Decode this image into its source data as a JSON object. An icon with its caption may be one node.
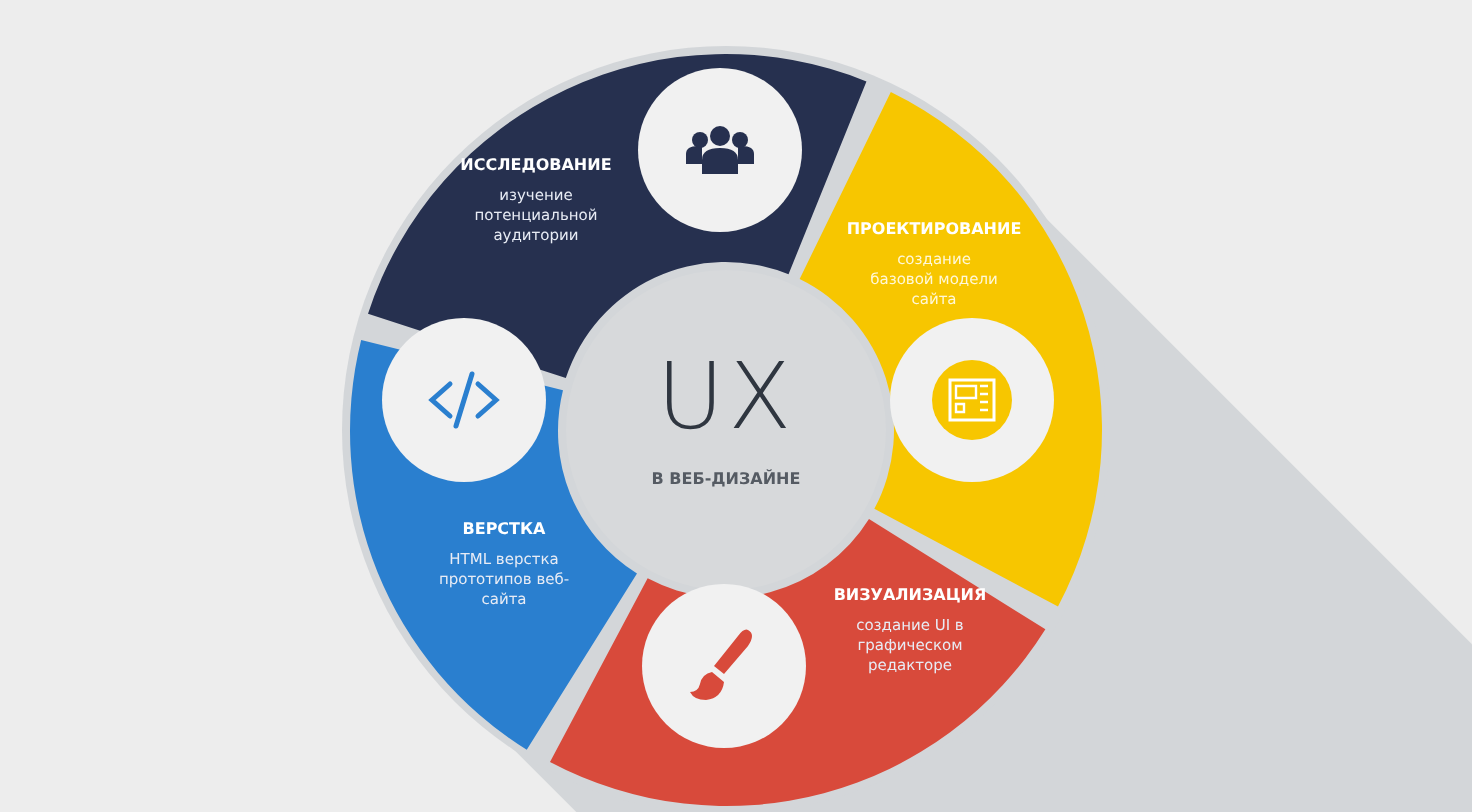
{
  "diagram": {
    "nodes": [
      {
        "text": [
          "UX",
          "В ВЕБ-ДИЗАЙНЕ"
        ]
      },
      {
        "text": [
          "ИССЛЕДОВАНИЕ",
          "изучение потенциальной аудитории"
        ]
      },
      {
        "text": [
          "ПРОЕКТИРОВАНИЕ",
          "создание базовой модели сайта"
        ]
      },
      {
        "text": [
          "ВИЗУАЛИЗАЦИЯ",
          "создание UI в графическом редакторе"
        ]
      },
      {
        "text": [
          "ВЕРСТКА",
          "HTML верстка прототипов веб-сайта"
        ]
      }
    ],
    "edges": []
  }
}
